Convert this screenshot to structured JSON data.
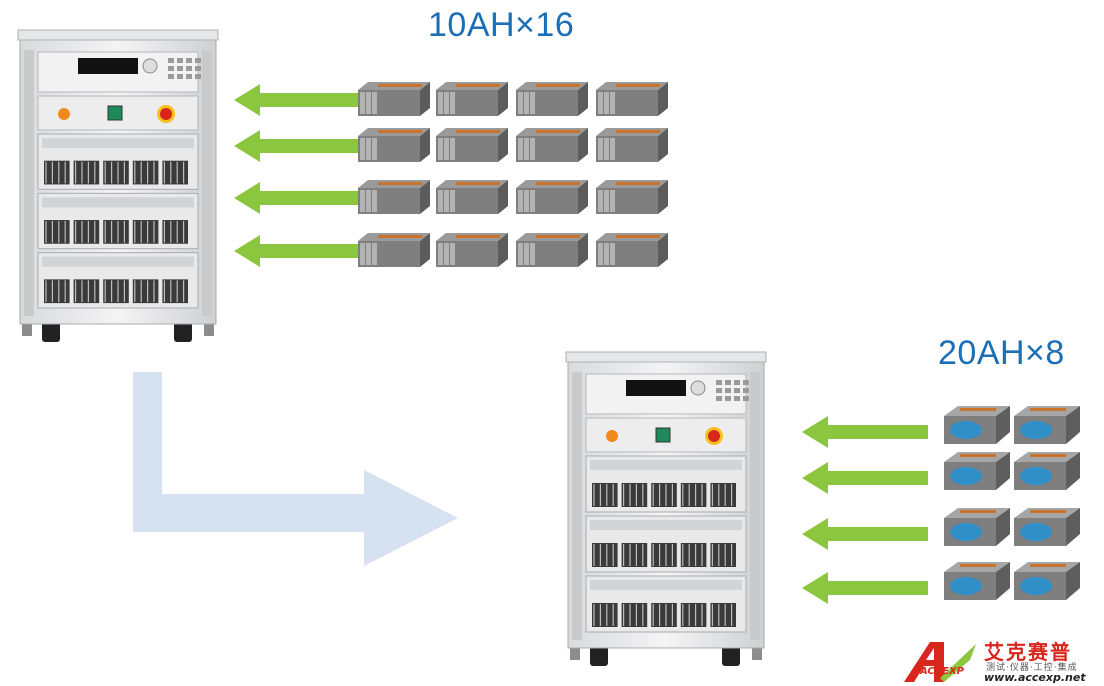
{
  "labels": {
    "top": "10AH×16",
    "bottom": "20AH×8"
  },
  "logo": {
    "name_cn": "艾克赛普",
    "tagline": "测试·仪器·工控·集成",
    "url": "www.accexp.net",
    "mark": "ACCEXP"
  },
  "colors": {
    "label": "#1b6fb6",
    "arrow_green": "#8cc63f",
    "flow_arrow": "#d6e1f2",
    "battery_gray": "#7f7f7f",
    "battery_orange": "#c8742c",
    "cell_blue": "#2f8fc6",
    "logo_red": "#d8261d"
  }
}
